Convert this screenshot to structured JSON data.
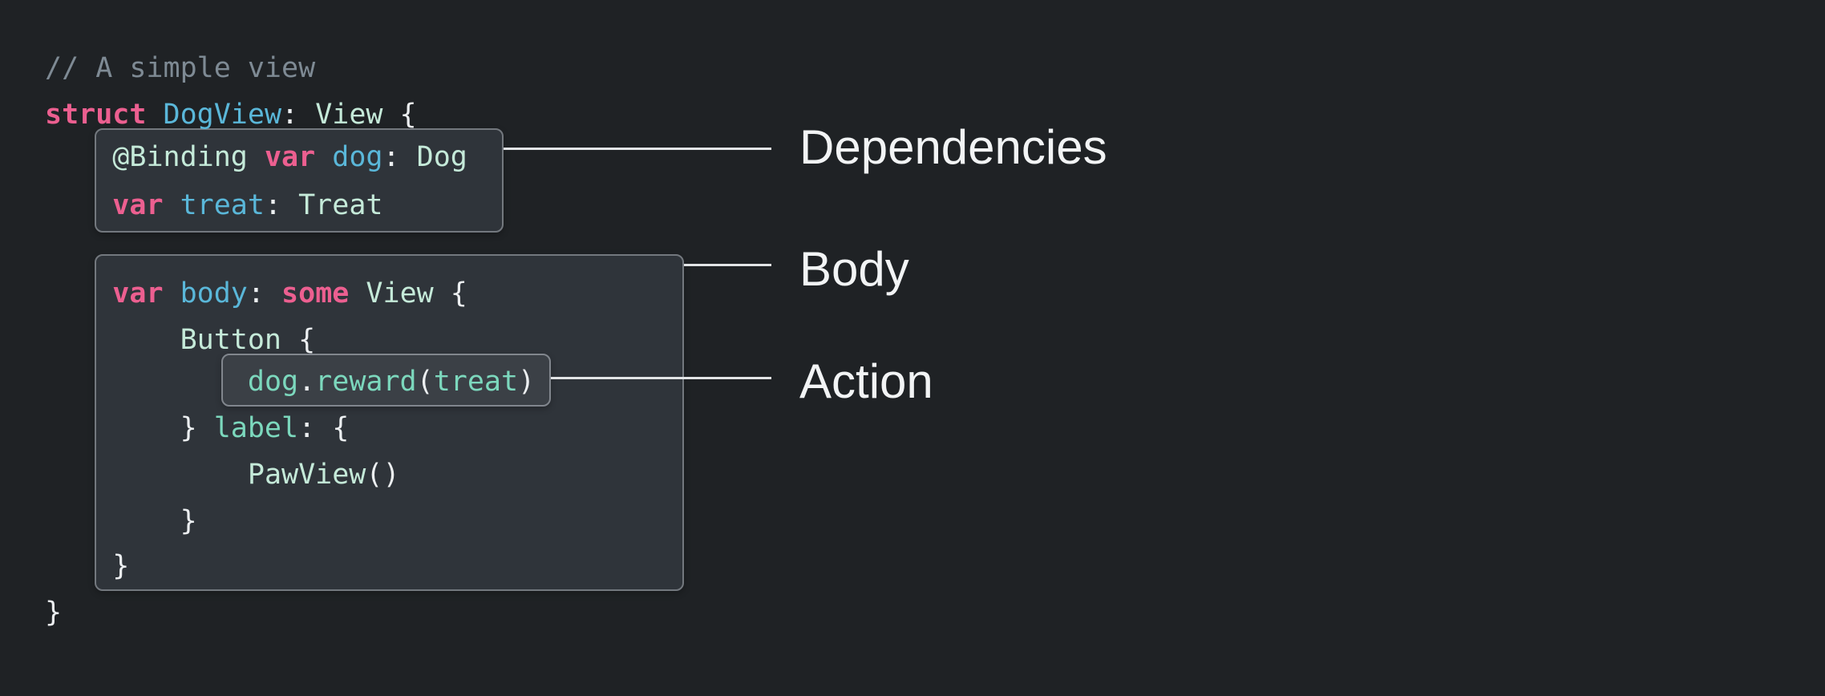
{
  "slide": {
    "background_color": "#1f2225",
    "box_background_color": "#2f343a",
    "action_box_background_color": "#3b4046",
    "connector_color": "#e2e4e6",
    "syntax_colors": {
      "comment": "#7e8a94",
      "keyword": "#ec5f90",
      "declaration": "#5ab7d9",
      "type": "#c5ead9",
      "member": "#7cd8bd",
      "punctuation": "#eceff1"
    },
    "annotations": [
      {
        "label": "Dependencies"
      },
      {
        "label": "Body"
      },
      {
        "label": "Action"
      }
    ]
  },
  "code": {
    "language": "swift",
    "lines": [
      {
        "name": "comment",
        "tokens": [
          {
            "t": "// A simple view",
            "c": "cm"
          }
        ]
      },
      {
        "name": "struct-declaration",
        "tokens": [
          {
            "t": "struct ",
            "c": "kw"
          },
          {
            "t": "DogView",
            "c": "decl"
          },
          {
            "t": ": ",
            "c": "pn"
          },
          {
            "t": "View",
            "c": "type"
          },
          {
            "t": " {",
            "c": "pn"
          }
        ]
      },
      {
        "name": "binding-dog-property",
        "tokens": [
          {
            "t": "    ",
            "c": "pn"
          },
          {
            "t": "@Binding",
            "c": "type"
          },
          {
            "t": " ",
            "c": "pn"
          },
          {
            "t": "var ",
            "c": "kw"
          },
          {
            "t": "dog",
            "c": "decl"
          },
          {
            "t": ": ",
            "c": "pn"
          },
          {
            "t": "Dog",
            "c": "type"
          }
        ]
      },
      {
        "name": "treat-property",
        "tokens": [
          {
            "t": "    ",
            "c": "pn"
          },
          {
            "t": "var ",
            "c": "kw"
          },
          {
            "t": "treat",
            "c": "decl"
          },
          {
            "t": ": ",
            "c": "pn"
          },
          {
            "t": "Treat",
            "c": "type"
          }
        ]
      },
      {
        "name": "body-declaration",
        "tokens": [
          {
            "t": "    ",
            "c": "pn"
          },
          {
            "t": "var ",
            "c": "kw"
          },
          {
            "t": "body",
            "c": "decl"
          },
          {
            "t": ": ",
            "c": "pn"
          },
          {
            "t": "some",
            "c": "kw"
          },
          {
            "t": " ",
            "c": "pn"
          },
          {
            "t": "View",
            "c": "type"
          },
          {
            "t": " {",
            "c": "pn"
          }
        ]
      },
      {
        "name": "button-open",
        "tokens": [
          {
            "t": "        ",
            "c": "pn"
          },
          {
            "t": "Button",
            "c": "type"
          },
          {
            "t": " {",
            "c": "pn"
          }
        ]
      },
      {
        "name": "action-call",
        "tokens": [
          {
            "t": "            ",
            "c": "pn"
          },
          {
            "t": "dog",
            "c": "mem"
          },
          {
            "t": ".",
            "c": "pn"
          },
          {
            "t": "reward",
            "c": "mem"
          },
          {
            "t": "(",
            "c": "pn"
          },
          {
            "t": "treat",
            "c": "mem"
          },
          {
            "t": ")",
            "c": "pn"
          }
        ]
      },
      {
        "name": "label-open",
        "tokens": [
          {
            "t": "        } ",
            "c": "pn"
          },
          {
            "t": "label",
            "c": "mem"
          },
          {
            "t": ": {",
            "c": "pn"
          }
        ]
      },
      {
        "name": "pawview-call",
        "tokens": [
          {
            "t": "            ",
            "c": "pn"
          },
          {
            "t": "PawView",
            "c": "type"
          },
          {
            "t": "()",
            "c": "pn"
          }
        ]
      },
      {
        "name": "label-close",
        "tokens": [
          {
            "t": "        }",
            "c": "pn"
          }
        ]
      },
      {
        "name": "body-close",
        "tokens": [
          {
            "t": "    }",
            "c": "pn"
          }
        ]
      },
      {
        "name": "struct-close",
        "tokens": [
          {
            "t": "}",
            "c": "pn"
          }
        ]
      }
    ]
  }
}
